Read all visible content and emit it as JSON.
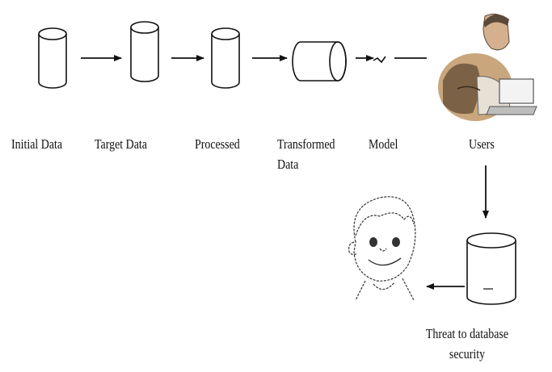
{
  "labels": {
    "initial_data": "Initial Data",
    "target_data": "Target Data",
    "processed": "Processed",
    "transformed_line1": "Transformed",
    "transformed_line2": "Data",
    "model": "Model",
    "users": "Users",
    "threat_line1": "Threat to database",
    "threat_line2": "security"
  },
  "icons": {
    "initial": "cylinder-icon",
    "target": "cylinder-icon",
    "processed": "cylinder-icon",
    "transformed": "horizontal-cylinder-icon",
    "model": "wave-icon",
    "users": "businessman-laptop-icon",
    "database": "database-icon",
    "threat": "boy-face-icon"
  },
  "colors": {
    "stroke": "#111111",
    "background": "#ffffff"
  }
}
